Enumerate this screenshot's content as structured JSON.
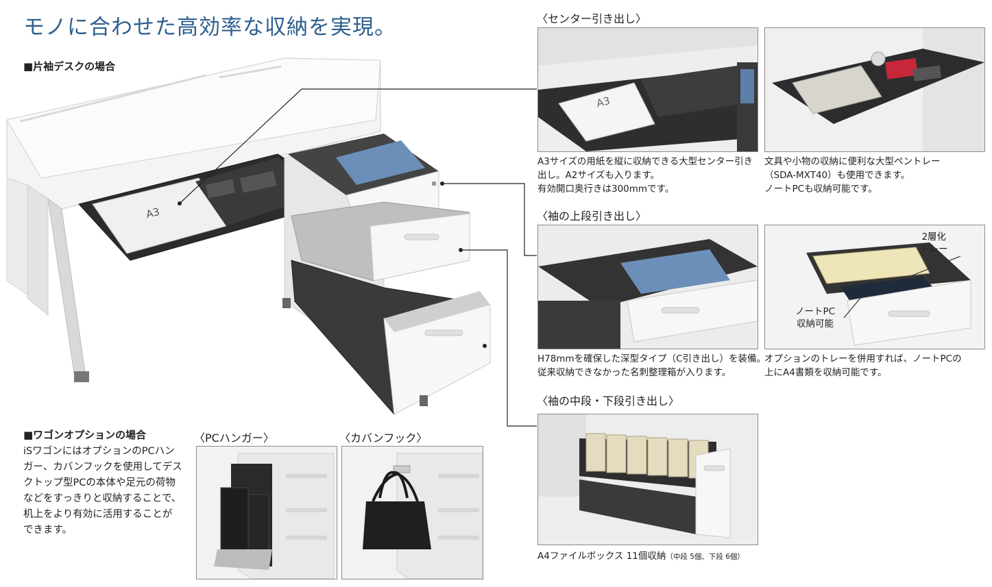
{
  "title": "モノに合わせた高効率な収納を実現。",
  "single_desk": {
    "heading": "■片袖デスクの場合",
    "label_a3": "A3"
  },
  "center_drawer": {
    "heading": "〈センター引き出し〉",
    "label_a3": "A3",
    "caption_left": [
      "A3サイズの用紙を縦に収納できる大型センター引き",
      "出し。A2サイズも入ります。",
      "有効開口奥行きは300mmです。"
    ],
    "caption_right": [
      "文具や小物の収納に便利な大型ペントレー",
      "（SDA-MXT40）も使用できます。",
      "ノートPCも収納可能です。"
    ]
  },
  "upper_drawer": {
    "heading": "〈袖の上段引き出し〉",
    "caption_left": [
      "H78mmを確保した深型タイプ（C引き出し）を装備。",
      "従来収納できなかった名刺整理箱が入ります。"
    ],
    "caption_right": [
      "オプションのトレーを併用すれば、ノートPCの",
      "上にA4書類を収納可能です。"
    ],
    "tray_label": [
      "2層化",
      "トレー"
    ],
    "pc_label": [
      "ノートPC",
      "収納可能"
    ]
  },
  "mid_low_drawer": {
    "heading": "〈袖の中段・下段引き出し〉",
    "caption_main": "A4ファイルボックス 11個収納",
    "caption_small": "（中段 5個、下段 6個）"
  },
  "wagon": {
    "heading": "■ワゴンオプションの場合",
    "body": [
      "iSワゴンにはオプションのPCハン",
      "ガー、カバンフックを使用してデス",
      "クトップ型PCの本体や足元の荷物",
      "などをすっきりと収納することで、",
      "机上をより有効に活用することが",
      "できます。"
    ],
    "pc_hanger": "〈PCハンガー〉",
    "bag_hook": "〈カバンフック〉"
  }
}
